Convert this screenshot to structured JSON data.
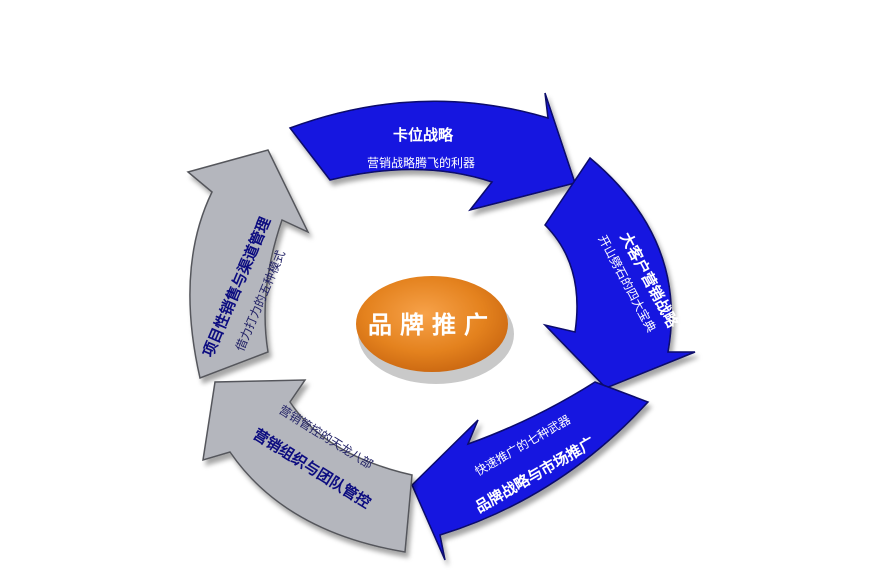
{
  "center": {
    "label": "品牌推广"
  },
  "arrows": [
    {
      "title": "卡位战略",
      "subtitle": "营销战略腾飞的利器",
      "color": "#1414e0"
    },
    {
      "title": "大客户营销战略",
      "subtitle": "开山劈石的四大宝典",
      "color": "#1414e0"
    },
    {
      "title": "品牌战略与市场推广",
      "subtitle": "快速推广的七种武器",
      "color": "#1414e0"
    },
    {
      "title": "营销组织与团队管控",
      "subtitle": "营销管控的天龙八部",
      "color": "#b4b6bd"
    },
    {
      "title": "项目性销售与渠道管理",
      "subtitle": "借力打力的五种模式",
      "color": "#b4b6bd"
    }
  ],
  "colors": {
    "blue_dark": "#07076a",
    "grey_dark": "#55575c",
    "center_fill": "#e4821e",
    "center_shadow": "#c9c9c9"
  }
}
